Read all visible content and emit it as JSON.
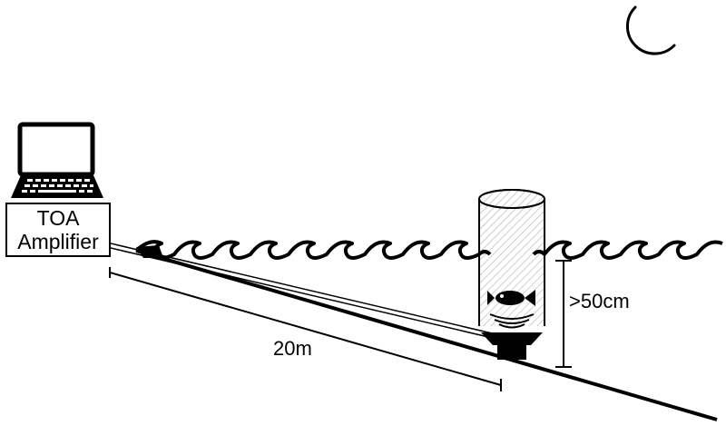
{
  "amplifier": {
    "line1": "TOA",
    "line2": "Amplifier"
  },
  "labels": {
    "distance": "20m",
    "depth": ">50cm"
  },
  "icons": {
    "laptop": "laptop-icon",
    "moon": "crescent-moon-icon",
    "fish": "fish-icon",
    "speaker": "underwater-speaker-icon"
  },
  "colors": {
    "line": "#000000",
    "background": "#ffffff",
    "hatch": "#bfbfbf"
  }
}
